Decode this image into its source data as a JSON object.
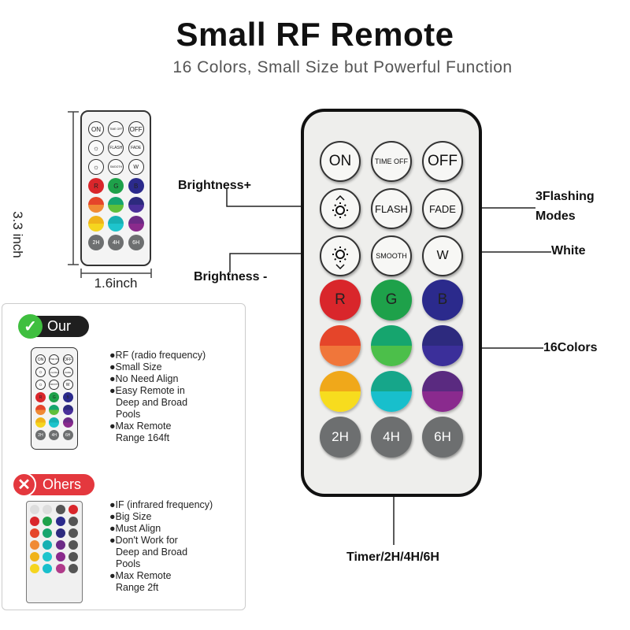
{
  "header": {
    "title": "Small RF Remote",
    "subtitle": "16 Colors, Small Size but Powerful Function"
  },
  "dimensions": {
    "height": "3.3 inch",
    "width": "1.6inch"
  },
  "remote": {
    "row1": [
      "ON",
      "TIME OFF",
      "OFF"
    ],
    "row2": [
      "FLASH",
      "FADE"
    ],
    "row3": [
      "SMOOTH",
      "W"
    ],
    "row4": [
      "R",
      "G",
      "B"
    ],
    "timers": [
      "2H",
      "4H",
      "6H"
    ],
    "colors": {
      "r": "#d9262b",
      "g": "#1ea14a",
      "b": "#2b2a8c",
      "c4a": "#e5452a",
      "c4b": "#16a56e",
      "c4c": "#2d2a7e",
      "c5a": "#f0b31a",
      "c5b": "#17b0b3",
      "c5c": "#6b2a86"
    }
  },
  "callouts": {
    "brightness_up": "Brightness+",
    "brightness_down": "Brightness -",
    "flashing": "3Flashing\nModes",
    "white": "White",
    "colors": "16Colors",
    "timer": "Timer/2H/4H/6H"
  },
  "comparison": {
    "ours": {
      "label": "Our",
      "features": [
        "●RF (radio frequency)",
        "●Small Size",
        "●No Need Align",
        "●Easy Remote in",
        "Deep and Broad",
        "Pools",
        "●Max Remote",
        "Range 164ft"
      ]
    },
    "others": {
      "label": "Ohers",
      "features": [
        "●IF (infrared frequency)",
        "●Big Size",
        "●Must Align",
        "●Don't Work for",
        "Deep and Broad",
        "Pools",
        "●Max Remote",
        "Range 2ft"
      ]
    }
  },
  "icons": [
    "sun-plus-icon",
    "sun-minus-icon",
    "check-icon",
    "cross-icon"
  ]
}
